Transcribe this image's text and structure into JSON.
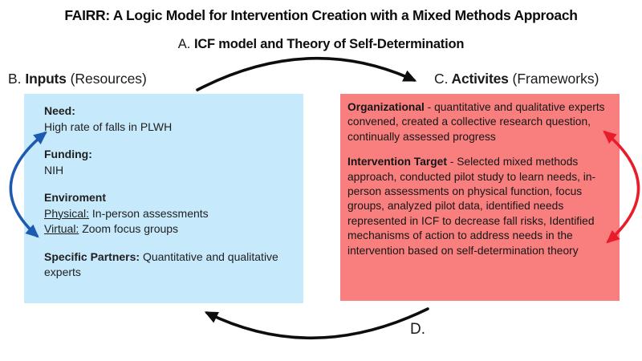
{
  "title": "FAIRR: A Logic Model for Intervention Creation with a Mixed Methods Approach",
  "framework": {
    "letter": "A.",
    "text": "ICF model and Theory of Self-Determination"
  },
  "inputs": {
    "letter": "B.",
    "heading": "Inputs",
    "subheading": " (Resources)",
    "need_heading": "Need:",
    "need_body": "High rate of falls in PLWH",
    "funding_heading": "Funding:",
    "funding_body": "NIH",
    "environment_heading": "Enviroment",
    "physical_label": "Physical:",
    "physical_body": " In-person assessments",
    "virtual_label": "Virtual:",
    "virtual_body": " Zoom focus groups",
    "partners_heading": "Specific Partners:",
    "partners_body": " Quantitative and qualitative experts"
  },
  "activities": {
    "letter": "C.",
    "heading": " Activites",
    "subheading": " (Frameworks)",
    "organizational_heading": "Organizational",
    "organizational_body": " - quantitative and qualitative experts convened, created a collective research question, continually assessed progress",
    "intervention_heading": "Intervention Target",
    "intervention_body": " - Selected mixed methods approach, conducted pilot study to learn needs, in-person assessments on physical function, focus groups, analyzed pilot data, identified needs represented in ICF to decrease fall risks, Identified mechanisms of action to address needs in the intervention based on self-determination theory"
  },
  "feedback_label": "D.",
  "colors": {
    "inputs_box_bg": "#c6e9fb",
    "activities_box_bg": "#f97e7e",
    "arrow_black": "#0d0d0d",
    "arrow_blue": "#1d5ab2",
    "arrow_red": "#ea1c2c",
    "text_dark": "#1f1f1f"
  }
}
